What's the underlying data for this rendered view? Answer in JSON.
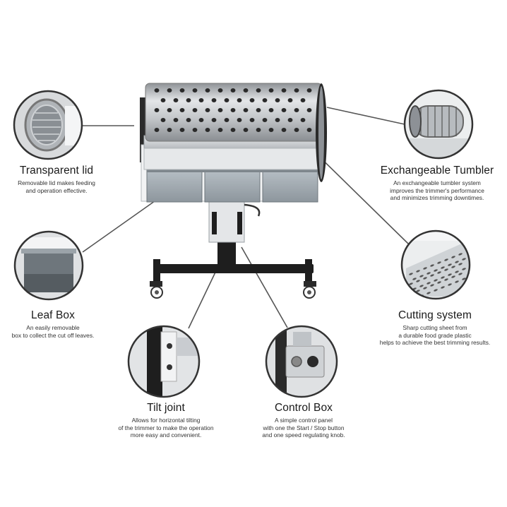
{
  "features": [
    {
      "id": "transparent-lid",
      "title": "Transparent lid",
      "lines": [
        "Removable lid makes feeding",
        "and operation effective."
      ]
    },
    {
      "id": "exchangeable-tumbler",
      "title": "Exchangeable Tumbler",
      "lines": [
        "An exchangeable tumbler system",
        "improves the trimmer's performance",
        "and minimizes trimming downtimes."
      ]
    },
    {
      "id": "leaf-box",
      "title": "Leaf Box",
      "lines": [
        "An easily removable",
        "box to collect the cut off leaves."
      ]
    },
    {
      "id": "cutting-system",
      "title": "Cutting system",
      "lines": [
        "Sharp cutting sheet from",
        "a durable food grade plastic",
        "helps to achieve the best trimming results."
      ]
    },
    {
      "id": "tilt-joint",
      "title": "Tilt joint",
      "lines": [
        "Allows for horizontal tilting",
        "of the trimmer to make the operation",
        "more easy and convenient."
      ]
    },
    {
      "id": "control-box",
      "title": "Control Box",
      "lines": [
        "A simple control panel",
        "with one the  Start / Stop button",
        "and one speed regulating knob."
      ]
    }
  ],
  "colors": {
    "line": "#555555",
    "steel": "#c9cbce",
    "frame": "#1e1e1e",
    "box": "#9ea7ae"
  }
}
